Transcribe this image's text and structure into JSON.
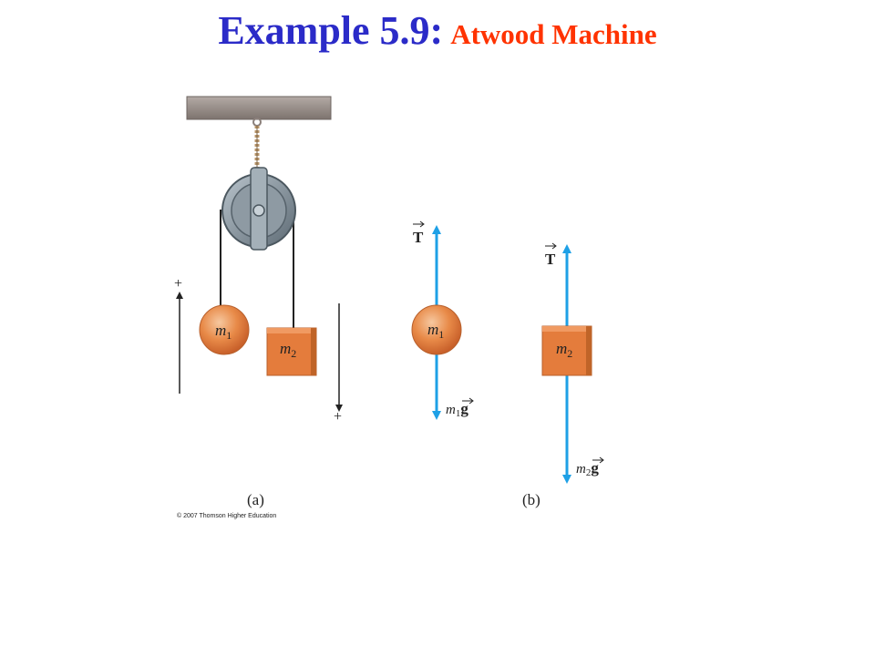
{
  "title": {
    "main": "Example 5.9:",
    "sub": "Atwood Machine"
  },
  "figure": {
    "panel_a_label": "(a)",
    "panel_b_label": "(b)",
    "copyright": "© 2007 Thomson Higher Education",
    "mass1_label": "m",
    "mass1_sub": "1",
    "mass2_label": "m",
    "mass2_sub": "2",
    "plus_up": "+",
    "plus_down": "+",
    "tension_symbol": "T",
    "weight1_label": "m",
    "weight1_sub": "1",
    "weight1_vec": "g",
    "weight2_label": "m",
    "weight2_sub": "2",
    "weight2_vec": "g"
  },
  "colors": {
    "title_main": "#2b2bc8",
    "title_sub": "#ff3300",
    "force_arrow": "#1ea0e6",
    "mass_fill": "#e07a3c",
    "pulley": "#7f8c96",
    "ceiling": "#8f8580"
  }
}
